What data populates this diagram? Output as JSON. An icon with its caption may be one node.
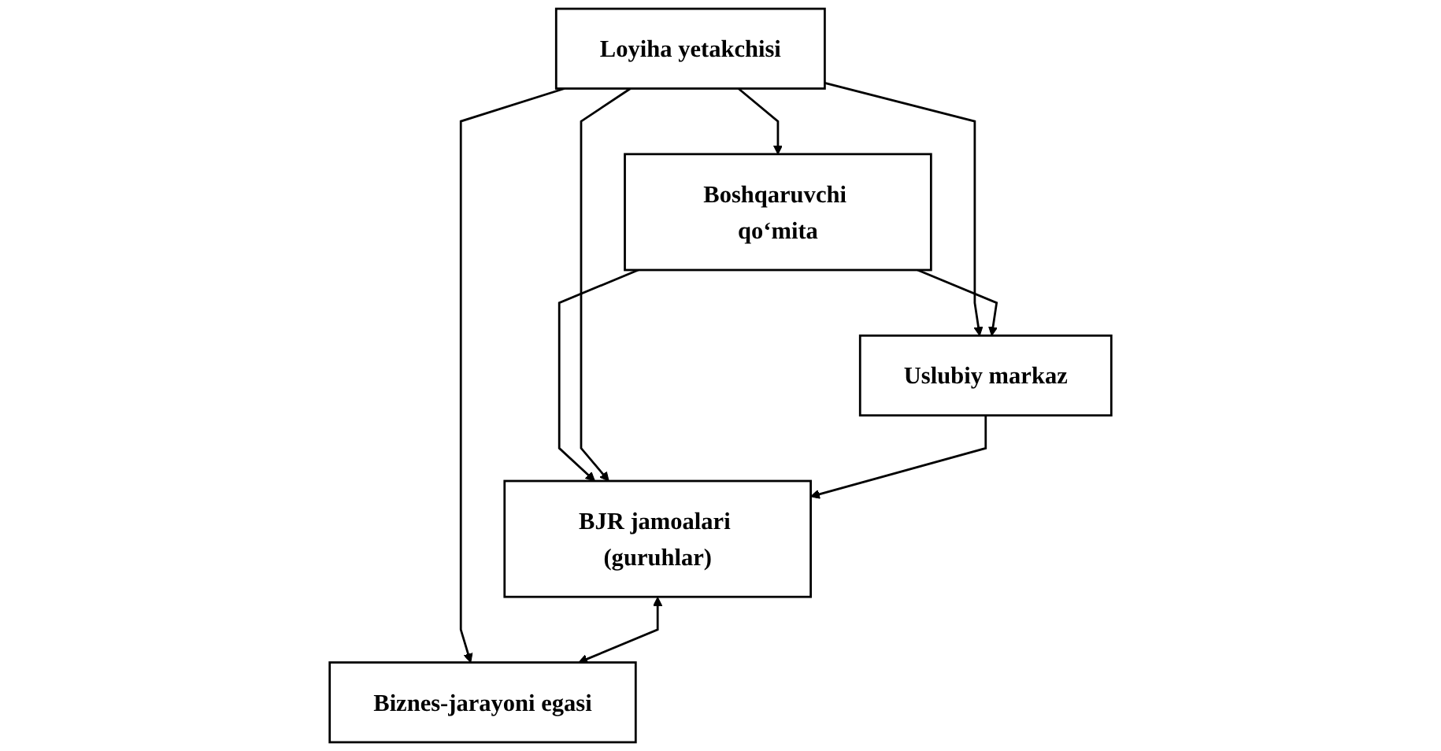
{
  "diagram": {
    "nodes": [
      {
        "text": [
          "Boshqaruvchi qo‘mita"
        ]
      },
      {
        "text": [
          "Loyiha yetakchisi"
        ]
      },
      {
        "text": [
          "Uslubiy markaz"
        ]
      },
      {
        "text": [
          "BJR jamoalari (guruhlar)"
        ]
      },
      {
        "text": [
          "Biznes-jarayoni egasi"
        ]
      }
    ],
    "edges": [
      {
        "from": 1,
        "to": 0,
        "arrow": "to"
      },
      {
        "from": 1,
        "to": 2,
        "arrow": "to"
      },
      {
        "from": 1,
        "to": 4,
        "arrow": "to"
      },
      {
        "from": 0,
        "to": 2,
        "arrow": "to"
      },
      {
        "from": 0,
        "to": 3,
        "arrow": "to"
      },
      {
        "from": 1,
        "to": 3,
        "arrow": "to"
      },
      {
        "from": 2,
        "to": 3,
        "arrow": "to"
      },
      {
        "from": 3,
        "to": 4,
        "arrow": "both"
      }
    ]
  }
}
